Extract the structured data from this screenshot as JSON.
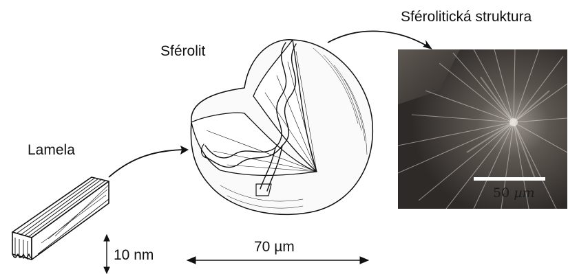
{
  "labels": {
    "lamella": "Lamela",
    "spherulite": "Sférolit",
    "structure": "Sférolitická struktura"
  },
  "scales": {
    "lamella_thickness": "10 nm",
    "spherulite_diameter": "70 µm",
    "micrograph_scale_number": "50",
    "micrograph_scale_unit": "µm"
  },
  "colors": {
    "ink": "#111111",
    "micrograph_bg": "#3a3633",
    "scale_bar": "#ffffff"
  }
}
